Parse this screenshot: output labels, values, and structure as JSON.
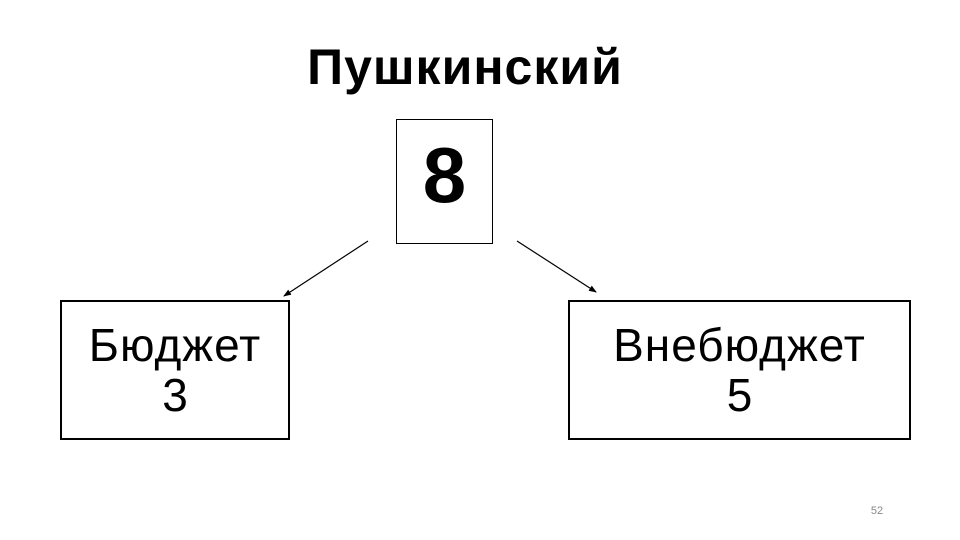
{
  "title": "Пушкинский",
  "total": {
    "value": "8"
  },
  "nodes": [
    {
      "label": "Бюджет",
      "value": "3"
    },
    {
      "label": "Внебюджет",
      "value": "5"
    }
  ],
  "page_number": "52"
}
